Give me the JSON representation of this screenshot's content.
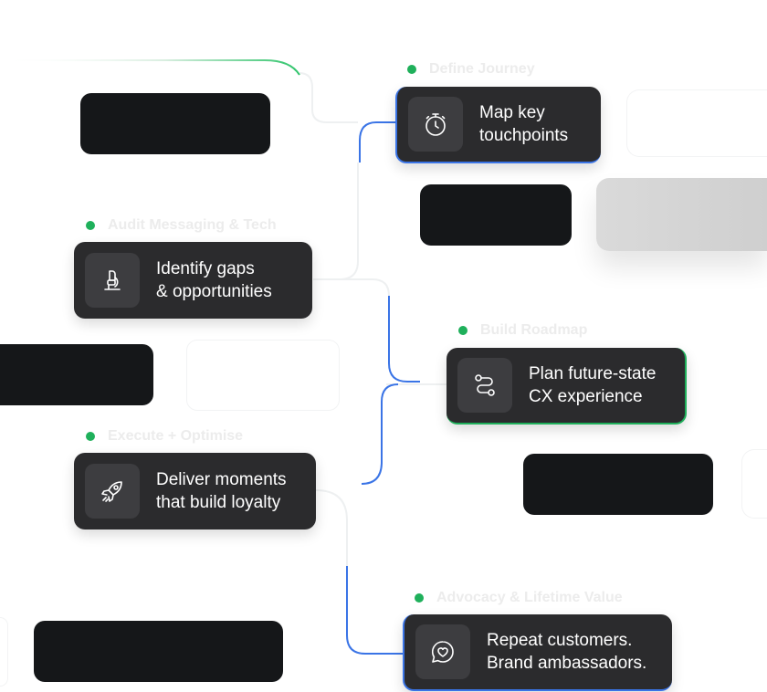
{
  "steps": [
    {
      "label": "Define Journey",
      "lines": [
        "Map key",
        "touchpoints"
      ],
      "icon": "stopwatch-icon"
    },
    {
      "label": "Audit Messaging & Tech",
      "lines": [
        "Identify gaps",
        "& opportunities"
      ],
      "icon": "microscope-icon"
    },
    {
      "label": "Build Roadmap",
      "lines": [
        "Plan future-state",
        "CX experience"
      ],
      "icon": "route-icon"
    },
    {
      "label": "Execute + Optimise",
      "lines": [
        "Deliver moments",
        "that build loyalty"
      ],
      "icon": "rocket-icon"
    },
    {
      "label": "Advocacy & Lifetime Value",
      "lines": [
        "Repeat customers.",
        "Brand ambassadors."
      ],
      "icon": "heart-chat-icon"
    }
  ],
  "colors": {
    "card": "#2b2b2d",
    "icon_tile": "#3d3d40",
    "accent_blue": "#3a74e6",
    "accent_green": "#1fb05b",
    "label_text": "#ececec",
    "placeholder_dark": "#151719"
  }
}
